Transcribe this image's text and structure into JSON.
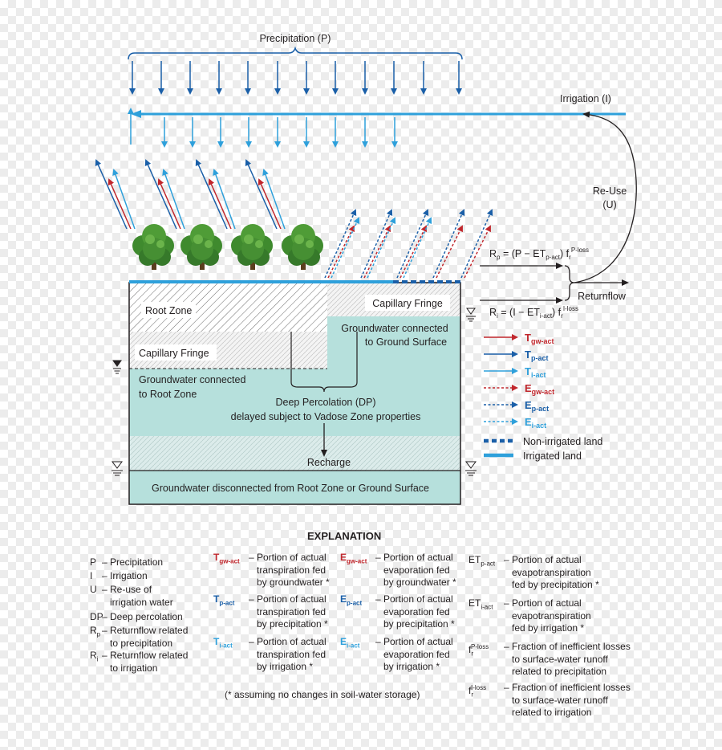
{
  "diagram": {
    "precipitation": "Precipitation (P)",
    "irrigation": "Irrigation (I)",
    "reuse_line1": "Re-Use",
    "reuse_line2": "(U)",
    "returnflow": "Returnflow",
    "rp_eq_a": "R",
    "rp_eq_sub": "p",
    "rp_eq_b": " = (P − ET",
    "rp_eq_sub2": "p-act",
    "rp_eq_c": ") f",
    "rp_eq_sub3": "r",
    "rp_eq_sup": "P-loss",
    "ri_eq_a": "R",
    "ri_eq_sub": "i",
    "ri_eq_b": " = (I − ET",
    "ri_eq_sub2": "i-act",
    "ri_eq_c": ") f",
    "ri_eq_sub3": "r",
    "ri_eq_sup": "I-loss",
    "root_zone": "Root Zone",
    "capillary_fringe_right": "Capillary Fringe",
    "capillary_fringe_left": "Capillary Fringe",
    "gw_ground_line1": "Groundwater connected",
    "gw_ground_line2": "to Ground Surface",
    "gw_root_line1": "Groundwater connected",
    "gw_root_line2": "to Root Zone",
    "deep_perc_line1": "Deep Percolation (DP)",
    "deep_perc_line2": "delayed subject to Vadose Zone properties",
    "recharge": "Recharge",
    "gw_disconnected": "Groundwater disconnected from Root Zone or Ground Surface"
  },
  "legend": {
    "items": [
      {
        "base": "T",
        "sub": "gw-act",
        "color": "#c1272d",
        "style": "solid"
      },
      {
        "base": "T",
        "sub": "p-act",
        "color": "#1a5fa8",
        "style": "solid"
      },
      {
        "base": "T",
        "sub": "i-act",
        "color": "#2ea0db",
        "style": "solid"
      },
      {
        "base": "E",
        "sub": "gw-act",
        "color": "#c1272d",
        "style": "dashed"
      },
      {
        "base": "E",
        "sub": "p-act",
        "color": "#1a5fa8",
        "style": "dashed"
      },
      {
        "base": "E",
        "sub": "i-act",
        "color": "#2ea0db",
        "style": "dashed"
      }
    ],
    "non_irrigated": "Non-irrigated land",
    "irrigated": "Irrigated land"
  },
  "colors": {
    "red": "#c1272d",
    "dark_blue": "#1a5fa8",
    "light_blue": "#2ea0db",
    "groundwater": "#b6e0dc",
    "tree_green": "#3f8a2e"
  },
  "explanation": {
    "title": "EXPLANATION",
    "abbrev": [
      {
        "sym": "P",
        "sub": "",
        "desc": "Precipitation"
      },
      {
        "sym": "I",
        "sub": "",
        "desc": "Irrigation"
      },
      {
        "sym": "U",
        "sub": "",
        "desc": "Re-use of\nirrigation water"
      },
      {
        "sym": "DP",
        "sub": "",
        "desc": "Deep percolation"
      },
      {
        "sym": "R",
        "sub": "p",
        "desc": "Returnflow related\nto precipitation"
      },
      {
        "sym": "R",
        "sub": "i",
        "desc": "Returnflow related\nto irrigation"
      }
    ],
    "transpiration": [
      {
        "base": "T",
        "sub": "gw-act",
        "desc": "Portion of actual\ntranspiration fed\nby groundwater *"
      },
      {
        "base": "T",
        "sub": "p-act",
        "desc": "Portion of actual\ntranspiration fed\nby precipitation *"
      },
      {
        "base": "T",
        "sub": "i-act",
        "desc": "Portion of actual\ntranspiration fed\nby irrigation *"
      }
    ],
    "evaporation": [
      {
        "base": "E",
        "sub": "gw-act",
        "desc": "Portion of actual\nevaporation fed\nby groundwater *"
      },
      {
        "base": "E",
        "sub": "p-act",
        "desc": "Portion of actual\nevaporation fed\nby precipitation *"
      },
      {
        "base": "E",
        "sub": "i-act",
        "desc": "Portion of actual\nevaporation fed\nby irrigation *"
      }
    ],
    "other": [
      {
        "base": "ET",
        "sub": "p-act",
        "sup": "",
        "desc": "Portion of actual\nevapotranspiration\nfed by precipitation *"
      },
      {
        "base": "ET",
        "sub": "i-act",
        "sup": "",
        "desc": "Portion of actual\nevapotranspiration\nfed by irrigation *"
      },
      {
        "base": "f",
        "sub": "r",
        "sup": "P-loss",
        "desc": "Fraction of inefficient losses\nto surface-water runoff\nrelated to precipitation"
      },
      {
        "base": "f",
        "sub": "r",
        "sup": "I-loss",
        "desc": "Fraction of inefficient losses\nto surface-water runoff\nrelated to irrigation"
      }
    ],
    "footnote": "(* assuming no changes in soil-water storage)"
  }
}
